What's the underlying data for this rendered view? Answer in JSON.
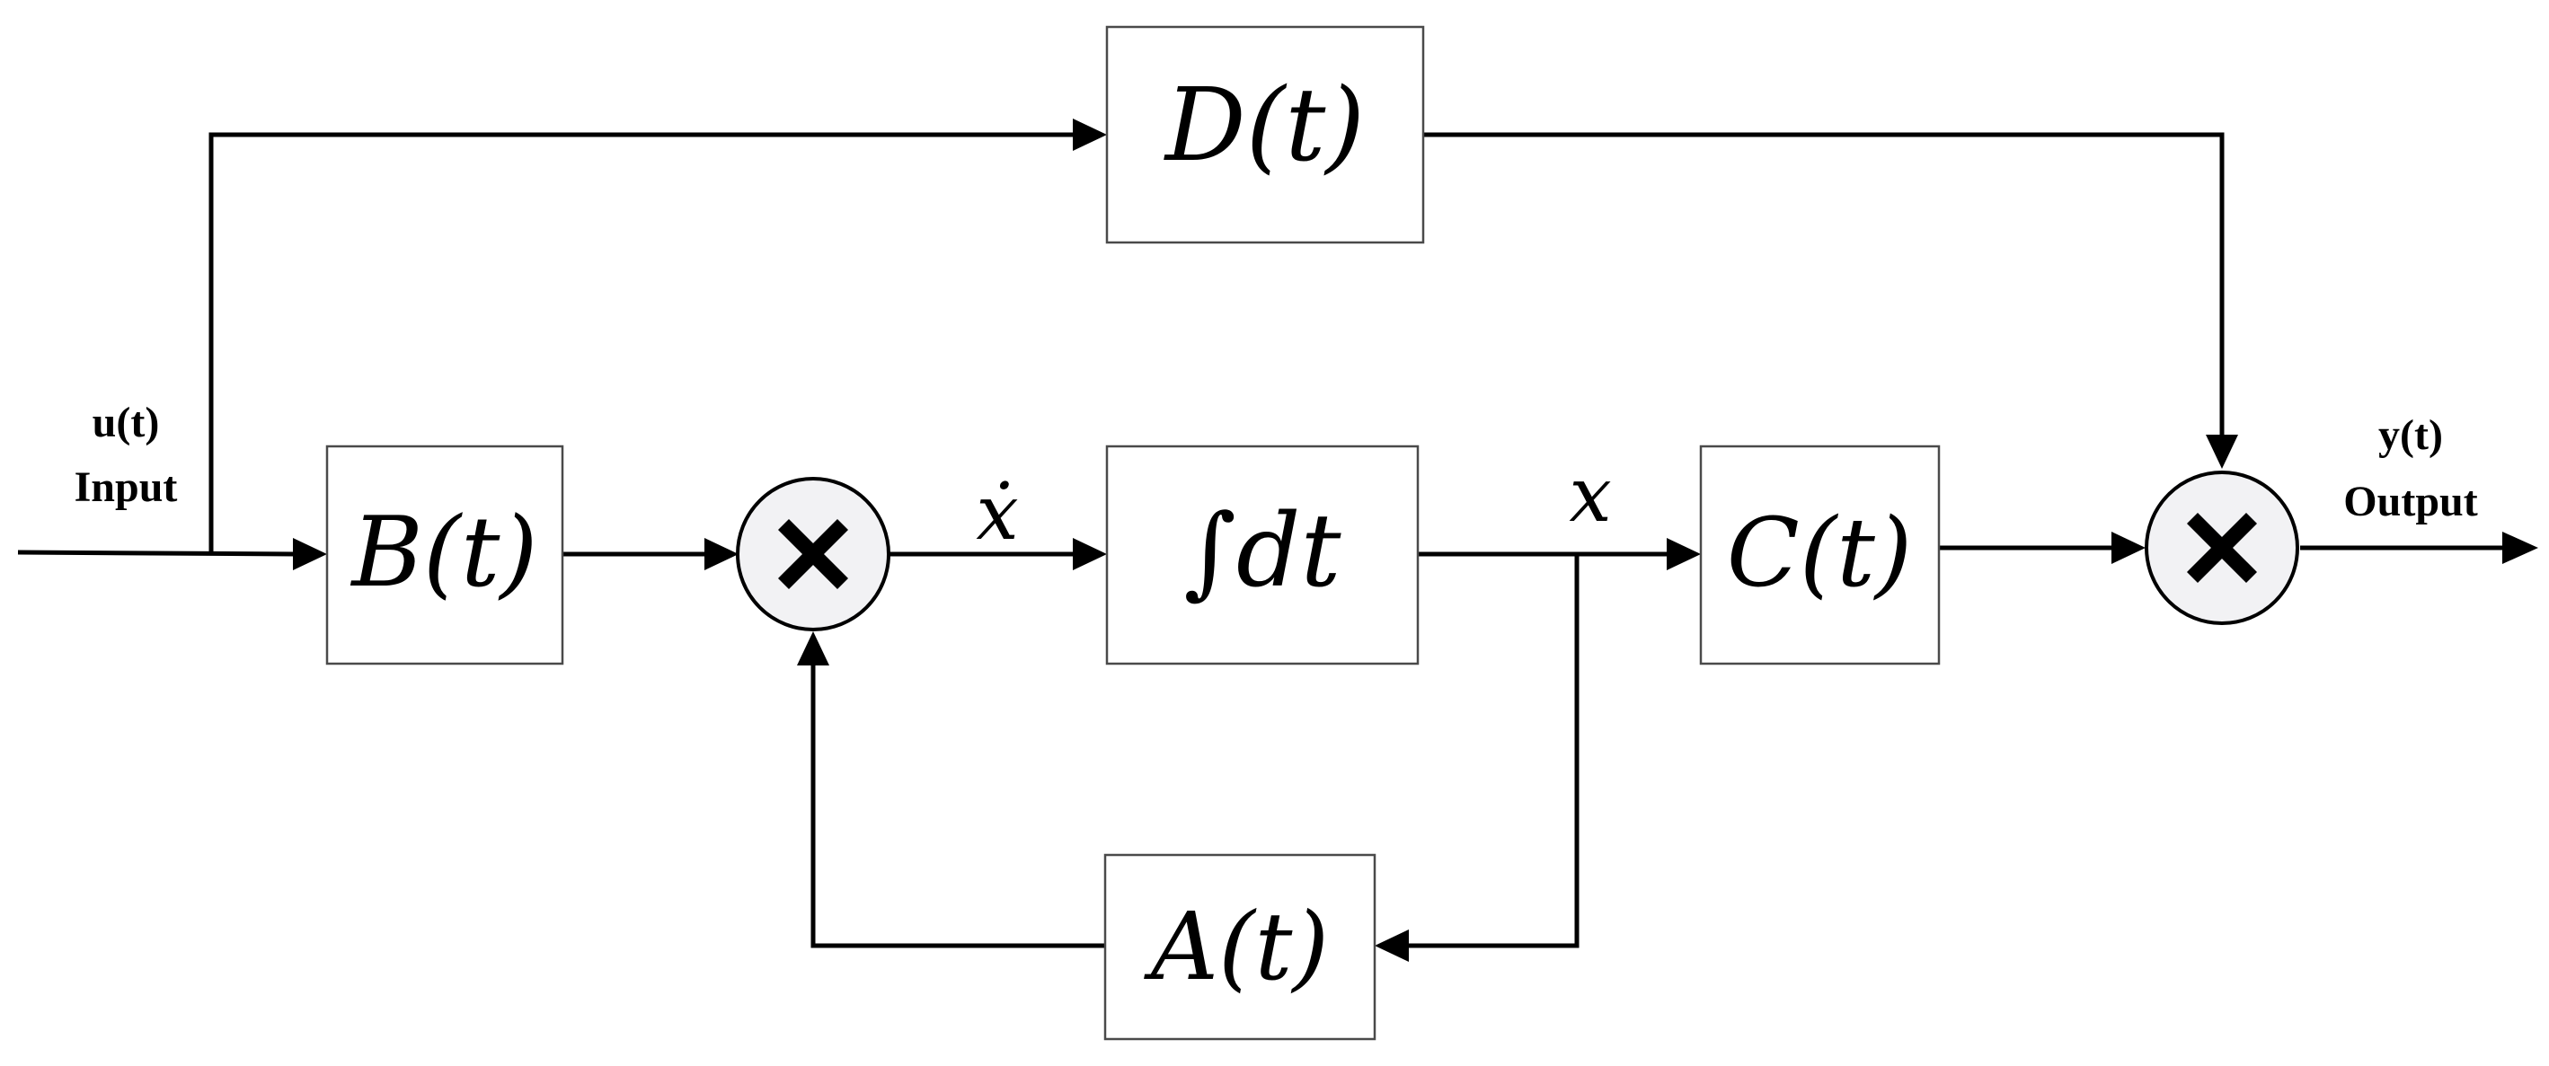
{
  "diagram": {
    "blocks": {
      "b": "B(t)",
      "integrator": "∫dt",
      "c": "C(t)",
      "d": "D(t)",
      "a": "A(t)"
    },
    "signals": {
      "input_var": "u(t)",
      "input_name": "Input",
      "output_var": "y(t)",
      "output_name": "Output",
      "state_derivative": "ẋ",
      "state": "x"
    },
    "junctions": [
      "summing-junction-1",
      "summing-junction-2"
    ]
  }
}
